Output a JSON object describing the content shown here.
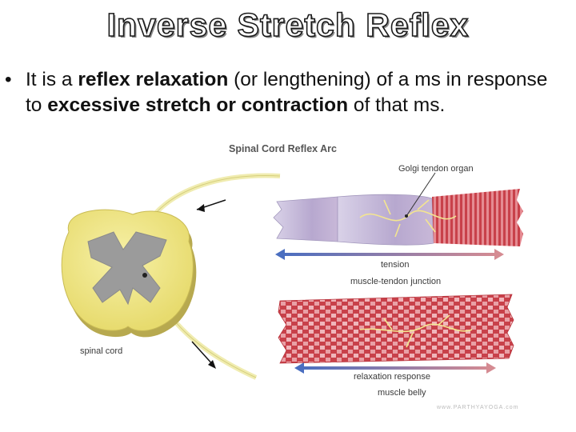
{
  "slide": {
    "title": "Inverse Stretch Reflex",
    "bullet": {
      "marker": "•",
      "t1": "It is a ",
      "b1": "reflex relaxation",
      "t2": " (or lengthening) of a ms in response to ",
      "b2": "excessive stretch or contraction",
      "t3": " of that ms."
    }
  },
  "figure": {
    "title": "Spinal Cord Reflex Arc",
    "labels": {
      "golgi": "Golgi tendon organ",
      "tension": "tension",
      "junction": "muscle-tendon junction",
      "spinal_cord": "spinal cord",
      "relaxation": "relaxation response",
      "belly": "muscle belly"
    },
    "watermark": "www.PARTHYAYOGA.com",
    "colors": {
      "cord_yellow": "#f2ea86",
      "grey_matter": "#9b9b9b",
      "muscle_red": "#c8414a",
      "tendon_lilac": "#b7a8cf",
      "nerve_yellow": "#e8d97a",
      "arrow_blue": "#4a6ec0",
      "arc_line": "#f0ecb0"
    }
  }
}
